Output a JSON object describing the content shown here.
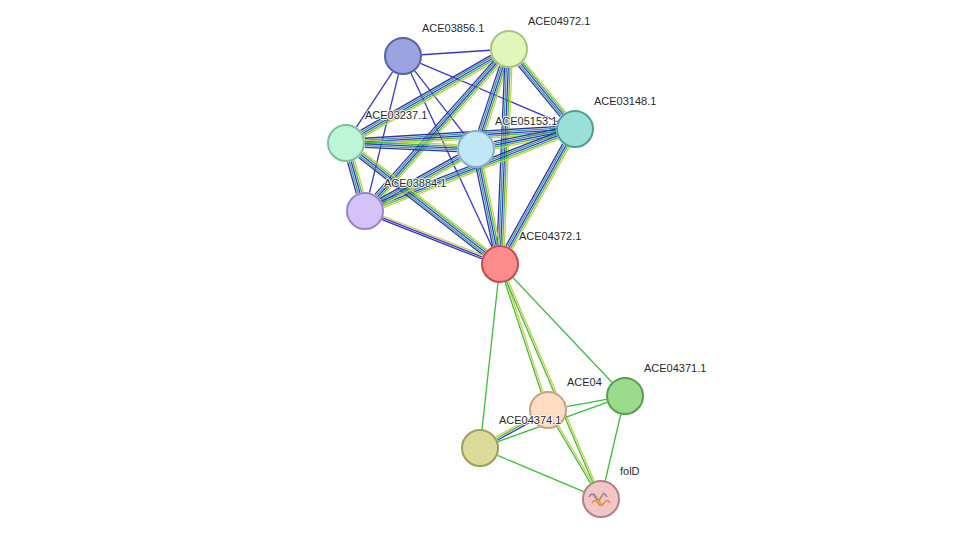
{
  "diagram": {
    "nodes": [
      {
        "text": [
          "ACE04972.1"
        ]
      },
      {
        "text": [
          "ACE03856.1"
        ]
      },
      {
        "text": [
          "ACE03148.1"
        ]
      },
      {
        "text": [
          "ACE03237.1"
        ]
      },
      {
        "text": [
          "ACE05153.1"
        ]
      },
      {
        "text": [
          "ACE03884.1"
        ]
      },
      {
        "text": [
          "ACE04372.1"
        ]
      },
      {
        "text": [
          "ACE04371.1"
        ]
      },
      {
        "text": [
          "ACE04"
        ]
      },
      {
        "text": [
          "ACE04374.1"
        ]
      },
      {
        "text": [
          "folD"
        ]
      }
    ],
    "edges": [
      {
        "from": 1,
        "to": 0,
        "arrow": "none"
      },
      {
        "from": 1,
        "to": 2,
        "arrow": "none"
      },
      {
        "from": 1,
        "to": 3,
        "arrow": "none"
      },
      {
        "from": 1,
        "to": 4,
        "arrow": "none"
      },
      {
        "from": 1,
        "to": 5,
        "arrow": "none"
      },
      {
        "from": 1,
        "to": 6,
        "arrow": "none"
      },
      {
        "from": 0,
        "to": 2,
        "arrow": "none"
      },
      {
        "from": 0,
        "to": 3,
        "arrow": "none"
      },
      {
        "from": 0,
        "to": 4,
        "arrow": "none"
      },
      {
        "from": 0,
        "to": 5,
        "arrow": "none"
      },
      {
        "from": 0,
        "to": 6,
        "arrow": "none"
      },
      {
        "from": 2,
        "to": 3,
        "arrow": "none"
      },
      {
        "from": 2,
        "to": 4,
        "arrow": "none"
      },
      {
        "from": 2,
        "to": 5,
        "arrow": "none"
      },
      {
        "from": 2,
        "to": 6,
        "arrow": "none"
      },
      {
        "from": 3,
        "to": 4,
        "arrow": "none"
      },
      {
        "from": 3,
        "to": 5,
        "arrow": "none"
      },
      {
        "from": 3,
        "to": 6,
        "arrow": "none"
      },
      {
        "from": 4,
        "to": 5,
        "arrow": "none"
      },
      {
        "from": 4,
        "to": 6,
        "arrow": "none"
      },
      {
        "from": 5,
        "to": 6,
        "arrow": "none"
      },
      {
        "from": 6,
        "to": 7,
        "arrow": "none"
      },
      {
        "from": 6,
        "to": 8,
        "arrow": "none"
      },
      {
        "from": 6,
        "to": 9,
        "arrow": "none"
      },
      {
        "from": 6,
        "to": 10,
        "arrow": "none"
      },
      {
        "from": 8,
        "to": 7,
        "arrow": "none"
      },
      {
        "from": 8,
        "to": 9,
        "arrow": "none"
      },
      {
        "from": 8,
        "to": 10,
        "arrow": "none"
      },
      {
        "from": 9,
        "to": 7,
        "arrow": "none"
      },
      {
        "from": 9,
        "to": 10,
        "arrow": "none"
      },
      {
        "from": 7,
        "to": 10,
        "arrow": "none"
      }
    ]
  }
}
